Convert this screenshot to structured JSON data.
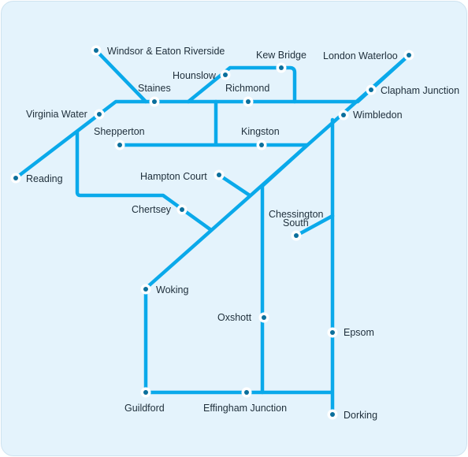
{
  "map": {
    "line_color": "#0aa9ea",
    "station_color": "#0b6f9c",
    "background_color": "#e4f3fc",
    "stations": {
      "windsor": "Windsor & Eaton Riverside",
      "kew_bridge": "Kew Bridge",
      "london_waterloo": "London Waterloo",
      "hounslow": "Hounslow",
      "staines": "Staines",
      "richmond": "Richmond",
      "clapham_junction": "Clapham Junction",
      "virginia_water": "Virginia Water",
      "wimbledon": "Wimbledon",
      "shepperton": "Shepperton",
      "kingston": "Kingston",
      "reading": "Reading",
      "hampton_court": "Hampton Court",
      "chessington_line1": "Chessington",
      "chessington_line2": "South",
      "chertsey": "Chertsey",
      "woking": "Woking",
      "oxshott": "Oxshott",
      "epsom": "Epsom",
      "guildford": "Guildford",
      "effingham_junction": "Effingham Junction",
      "dorking": "Dorking"
    }
  }
}
